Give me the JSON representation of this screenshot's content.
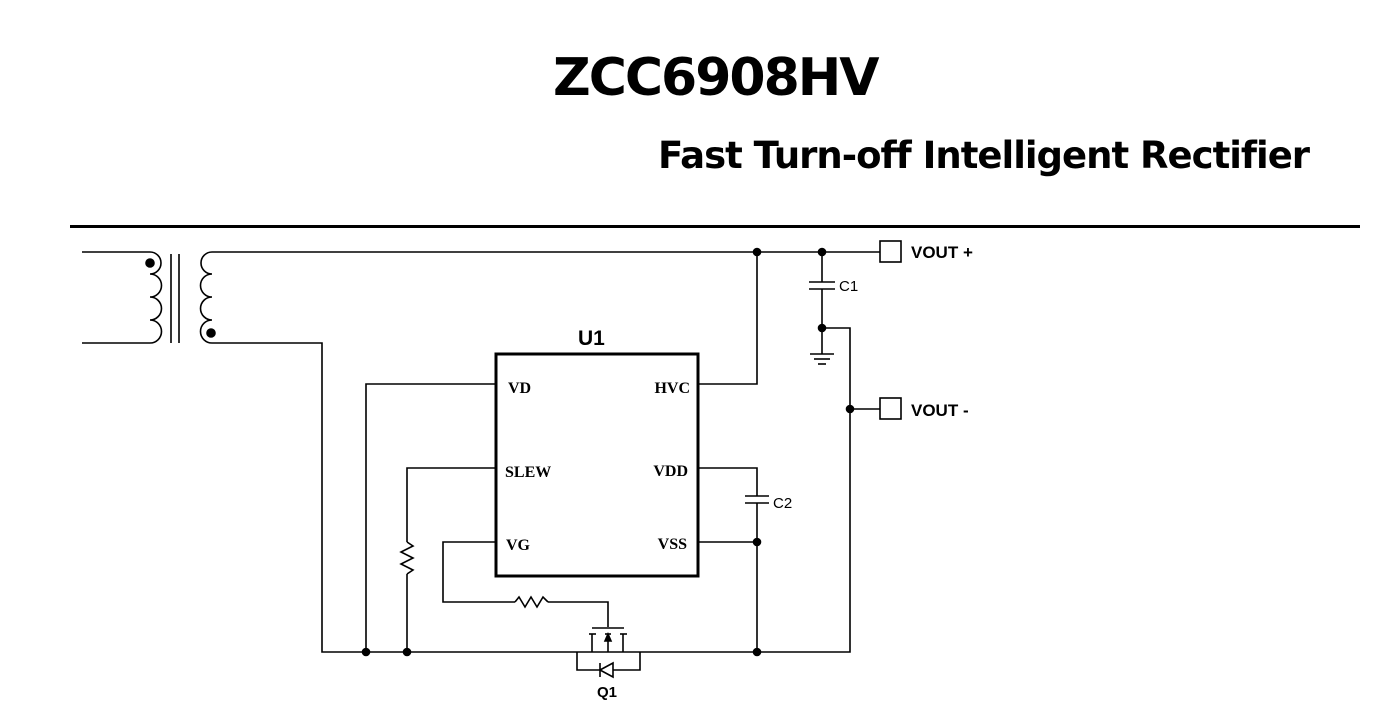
{
  "header": {
    "title": "ZCC6908HV",
    "subtitle": "Fast Turn-off Intelligent Rectifier"
  },
  "schematic": {
    "ic_label": "U1",
    "pins": {
      "vd": "VD",
      "slew": "SLEW",
      "vg": "VG",
      "hvc": "HVC",
      "vdd": "VDD",
      "vss": "VSS"
    },
    "terminals": {
      "vout_plus": "VOUT +",
      "vout_minus": "VOUT -"
    },
    "components": {
      "c1": "C1",
      "c2": "C2",
      "q1": "Q1"
    }
  }
}
